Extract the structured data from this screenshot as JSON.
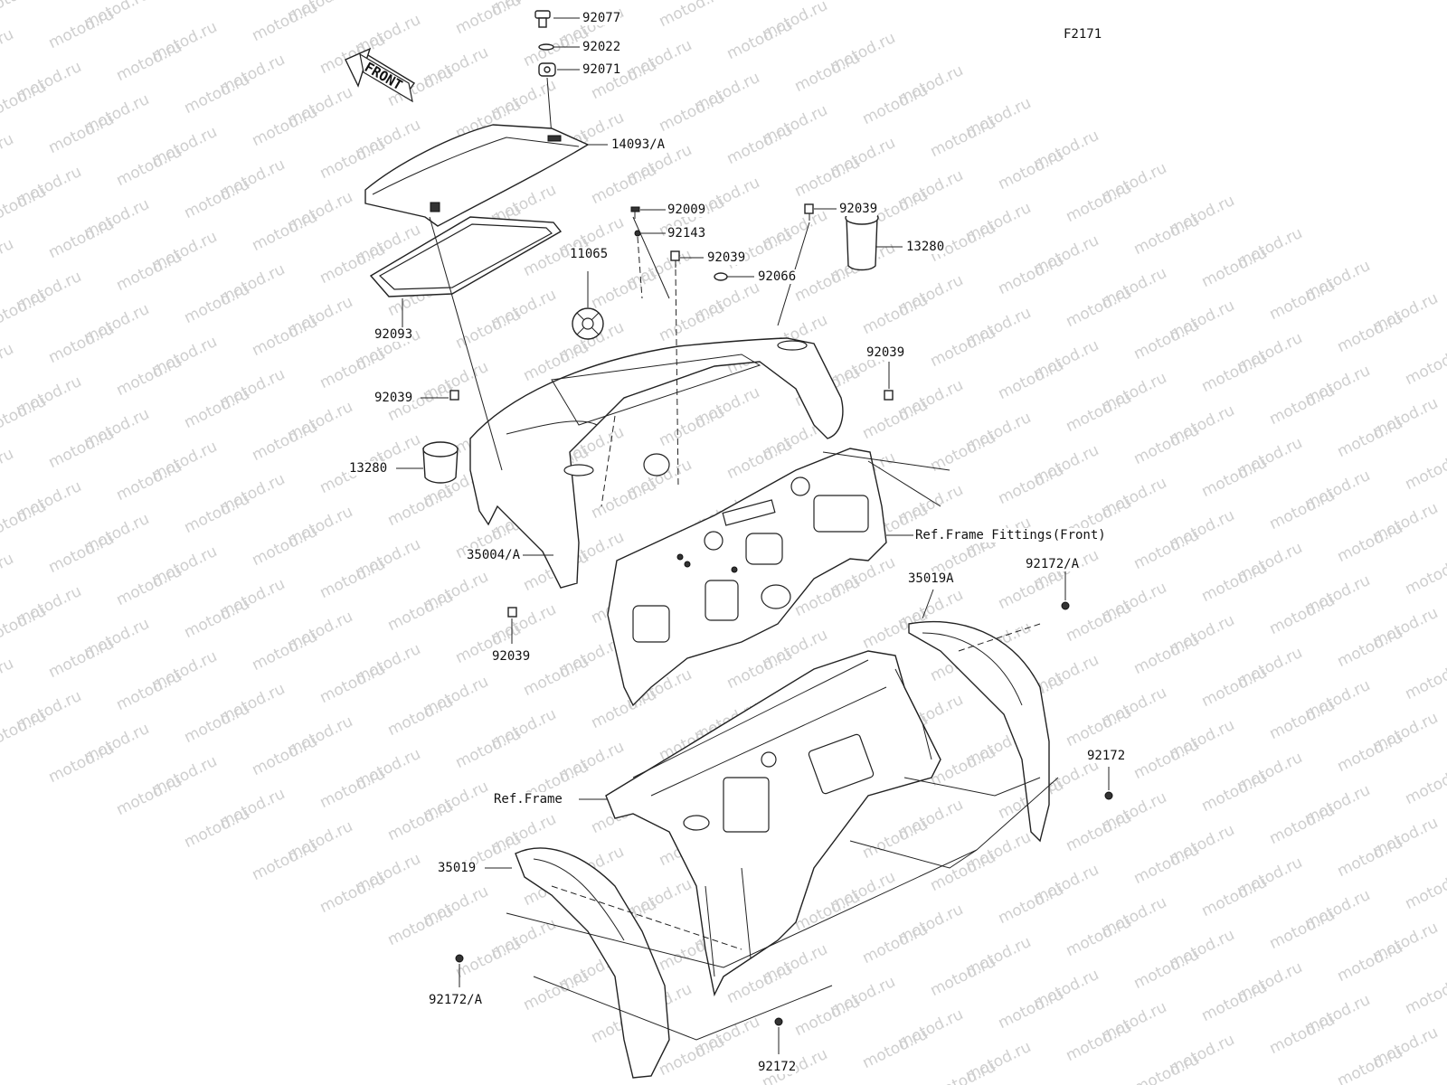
{
  "figure_id": "F2171",
  "front_arrow_label": "FRONT",
  "watermark_text": "motod.ru",
  "colors": {
    "line": "#222222",
    "watermark": "#cfcfcf",
    "background": "#ffffff"
  },
  "callouts": {
    "c92077": "92077",
    "c92022": "92022",
    "c92071": "92071",
    "c14093A": "14093/A",
    "c92009": "92009",
    "c92143": "92143",
    "c92039_top_right": "92039",
    "c13280_right": "13280",
    "c11065": "11065",
    "c92039_mid": "92039",
    "c92066": "92066",
    "c92093": "92093",
    "c92039_right": "92039",
    "c92039_left": "92039",
    "c13280_left": "13280",
    "c35004A": "35004/A",
    "c92039_bottom_left": "92039",
    "ref_frame_fittings": "Ref.Frame Fittings(Front)",
    "c35019A": "35019A",
    "c92172A_right": "92172/A",
    "c92172_right": "92172",
    "ref_frame": "Ref.Frame",
    "c35019": "35019",
    "c92172A_left": "92172/A",
    "c92172_bottom": "92172"
  }
}
